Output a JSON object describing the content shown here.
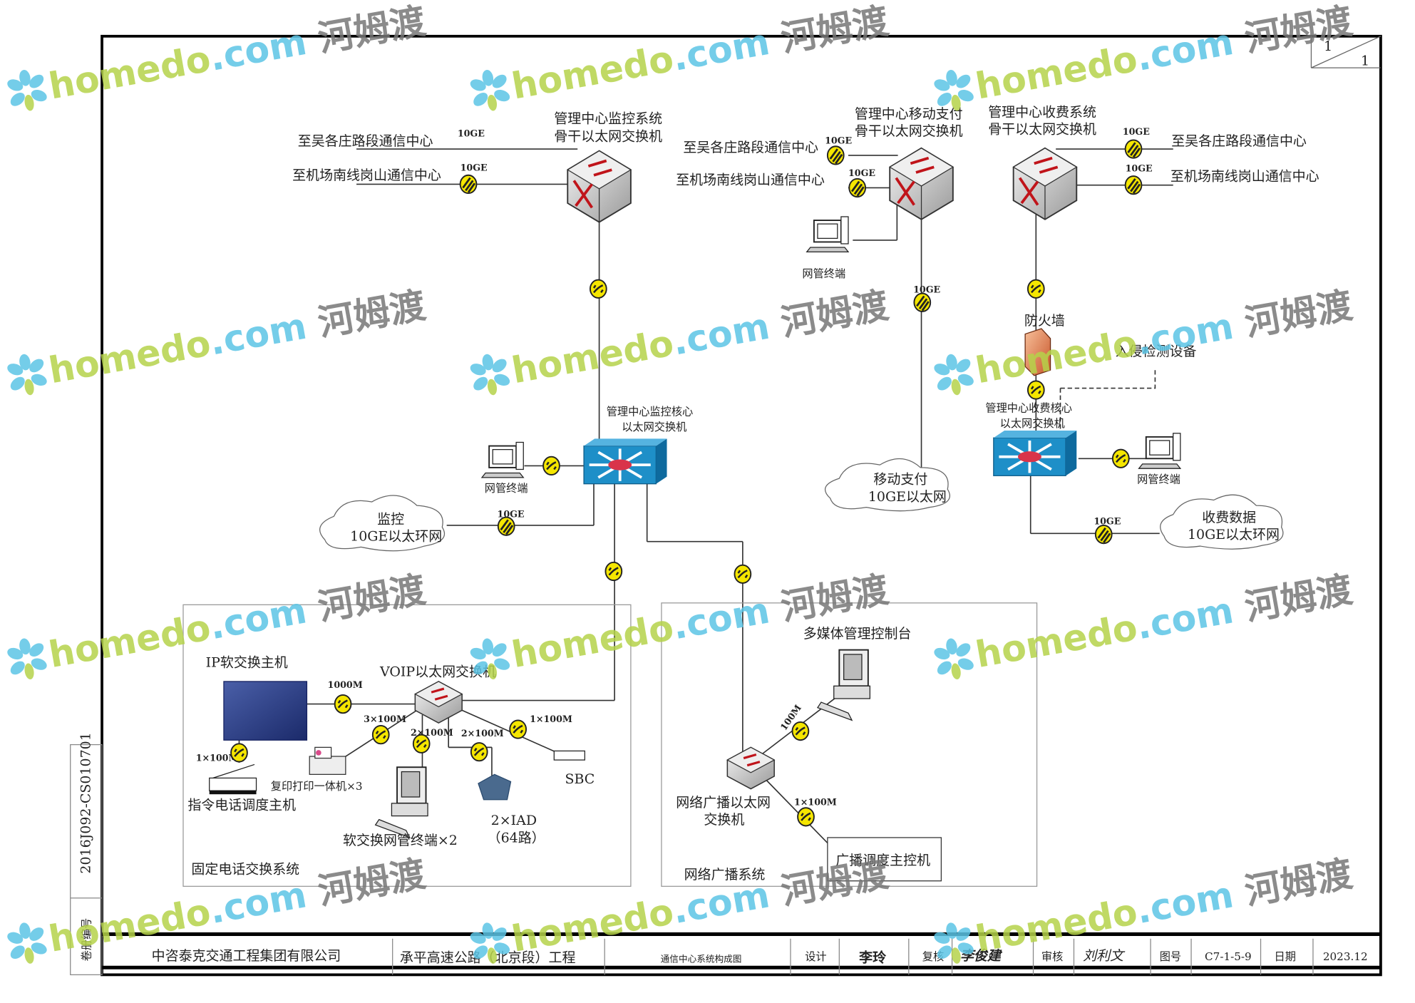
{
  "sheet": {
    "page_current": "1",
    "page_total": "1"
  },
  "binder": {
    "volume_no_label": "卷册编号",
    "volume_no": "2016J092-CS010701"
  },
  "title_block": {
    "company": "中咨泰克交通工程集团有限公司",
    "project": "承平高速公路（北京段）工程",
    "drawing_title": "通信中心系统构成图",
    "design_label": "设计",
    "design_signature": "李玲",
    "review_label": "复核",
    "review_signature": "李俊建",
    "approve_label": "审核",
    "approve_signature": "刘利文",
    "drawing_no_label": "图号",
    "drawing_no": "C7-1-5-9",
    "date_label": "日期",
    "date": "2023.12"
  },
  "nodes": {
    "monitor_backbone": {
      "line1": "管理中心监控系统",
      "line2": "骨干以太网交换机"
    },
    "mobile_backbone": {
      "line1": "管理中心移动支付",
      "line2": "骨干以太网交换机"
    },
    "toll_backbone": {
      "line1": "管理中心收费系统",
      "line2": "骨干以太网交换机"
    },
    "monitor_core": {
      "line1": "管理中心监控核心",
      "line2": "以太网交换机"
    },
    "toll_core": {
      "line1": "管理中心收费核心",
      "line2": "以太网交换机"
    },
    "firewall": "防火墙",
    "ids": "入侵检测设备",
    "nms_terminal": "网管终端",
    "cloud_monitor": {
      "line1": "监控",
      "line2": "10GE以太环网"
    },
    "cloud_mobile": {
      "line1": "移动支付",
      "line2": "10GE以太网"
    },
    "cloud_toll": {
      "line1": "收费数据",
      "line2": "10GE以太环网"
    },
    "to_wugezhuang": "至吴各庄路段通信中心",
    "to_airport": "至机场南线岗山通信中心",
    "ip_softswitch": "IP软交换主机",
    "voip_switch": "VOIP以太网交换机",
    "dispatch_host": "指令电话调度主机",
    "printer": "复印打印一体机×3",
    "softswitch_terminal": "软交换网管终端×2",
    "iad": {
      "line1": "2×IAD",
      "line2": "（64路）"
    },
    "sbc": "SBC",
    "multimedia_console": "多媒体管理控制台",
    "broadcast_switch": {
      "line1": "网络广播以太网",
      "line2": "交换机"
    },
    "broadcast_master": "广播调度主控机"
  },
  "groups": {
    "fixed_phone": "固定电话交换系统",
    "broadcast": "网络广播系统"
  },
  "links": {
    "ge10": "10GE",
    "m1000": "1000M",
    "m3x100": "3×100M",
    "m2x100": "2×100M",
    "m1x100": "1×100M",
    "m100": "100M"
  },
  "watermark": {
    "brand": "homedo",
    "domain": ".com",
    "cn": "河姆渡"
  },
  "colors": {
    "switch_blue": "#1e8fc8",
    "port_yellow": "#f5e600",
    "watermark_green": "#b5d34a",
    "watermark_blue": "#5bc4e6",
    "firewall": "#e88a5a"
  }
}
